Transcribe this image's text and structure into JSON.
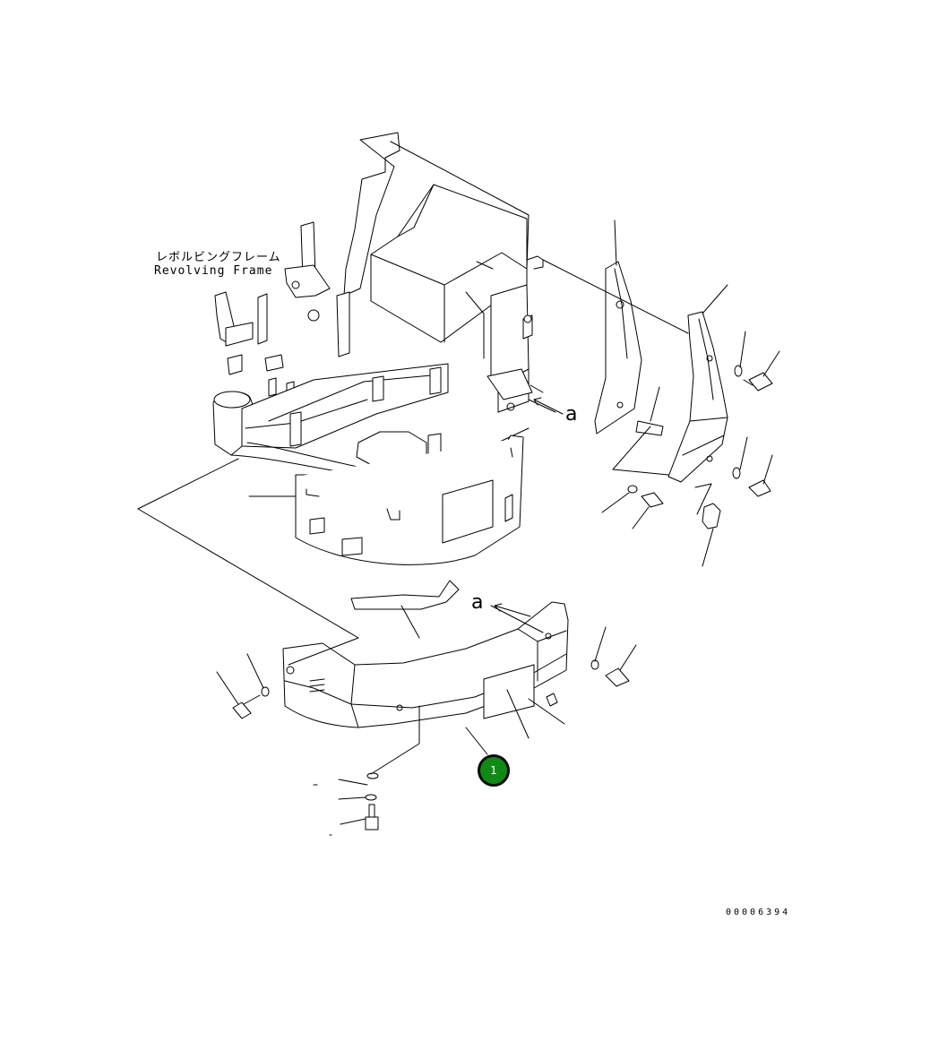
{
  "labels": {
    "frame_name_jp": "レボルビングフレーム",
    "frame_name_en": "Revolving Frame",
    "view_marker_top": "a",
    "view_marker_bottom": "a",
    "drawing_number": "00006394"
  },
  "callouts": [
    {
      "number": "1",
      "color": "#0f8a14"
    }
  ],
  "icons": [
    "bolt-icon",
    "washer-icon",
    "nut-icon"
  ]
}
